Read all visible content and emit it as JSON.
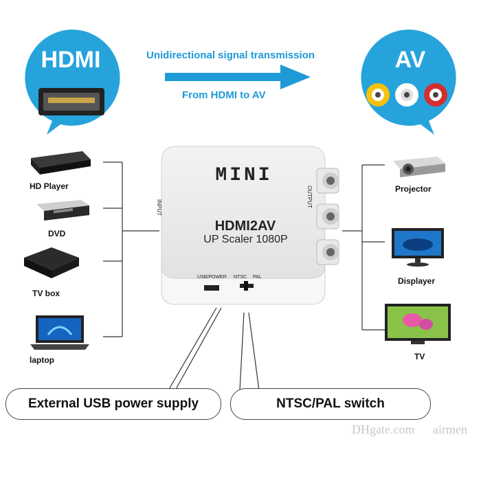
{
  "hdmi_bubble": {
    "label": "HDMI"
  },
  "av_bubble": {
    "label": "AV"
  },
  "signal": {
    "top_text": "Unidirectional signal transmission",
    "bottom_text": "From HDMI to AV"
  },
  "inputs": [
    {
      "label": "HD Player",
      "icon": "hd-player-icon"
    },
    {
      "label": "DVD",
      "icon": "dvd-player-icon"
    },
    {
      "label": "TV box",
      "icon": "tv-box-icon"
    },
    {
      "label": "laptop",
      "icon": "laptop-icon"
    }
  ],
  "outputs": [
    {
      "label": "Projector",
      "icon": "projector-icon"
    },
    {
      "label": "Displayer",
      "icon": "monitor-icon"
    },
    {
      "label": "TV",
      "icon": "tv-icon"
    }
  ],
  "adapter": {
    "brand": "MINI",
    "model": "HDMI2AV",
    "subtitle": "UP Scaler 1080P",
    "input_label": "INPUT",
    "output_label": "OUTPUT",
    "usb_label": "USB/POWER",
    "ntsc_label": "NTSC",
    "pal_label": "PAL"
  },
  "callouts": {
    "usb": "External USB power supply",
    "switch": "NTSC/PAL switch"
  },
  "watermark": {
    "logo": "DHgate.com",
    "seller": "airmen"
  },
  "colors": {
    "accent": "#1e9ad6",
    "bubble": "#27a3dc"
  }
}
